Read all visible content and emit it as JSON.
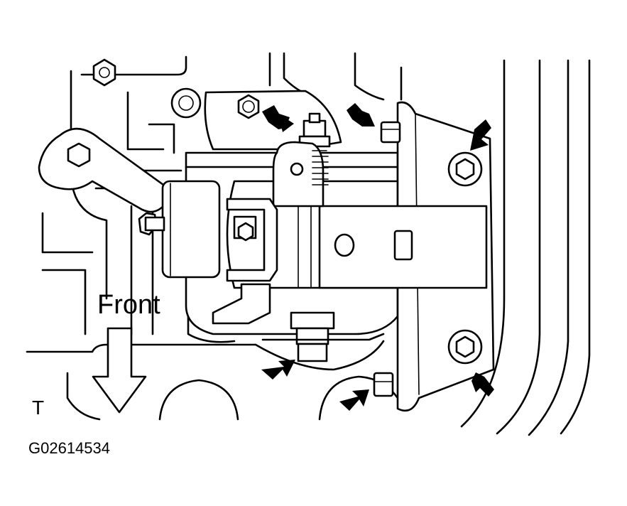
{
  "labels": {
    "front": "Front",
    "corner_mark": "T",
    "figure_code": "G02614534"
  },
  "colors": {
    "line": "#000000",
    "background": "#ffffff"
  },
  "icons": [
    "front-direction-arrow-icon",
    "pointer-arrow-icon",
    "hex-bolt-icon"
  ]
}
